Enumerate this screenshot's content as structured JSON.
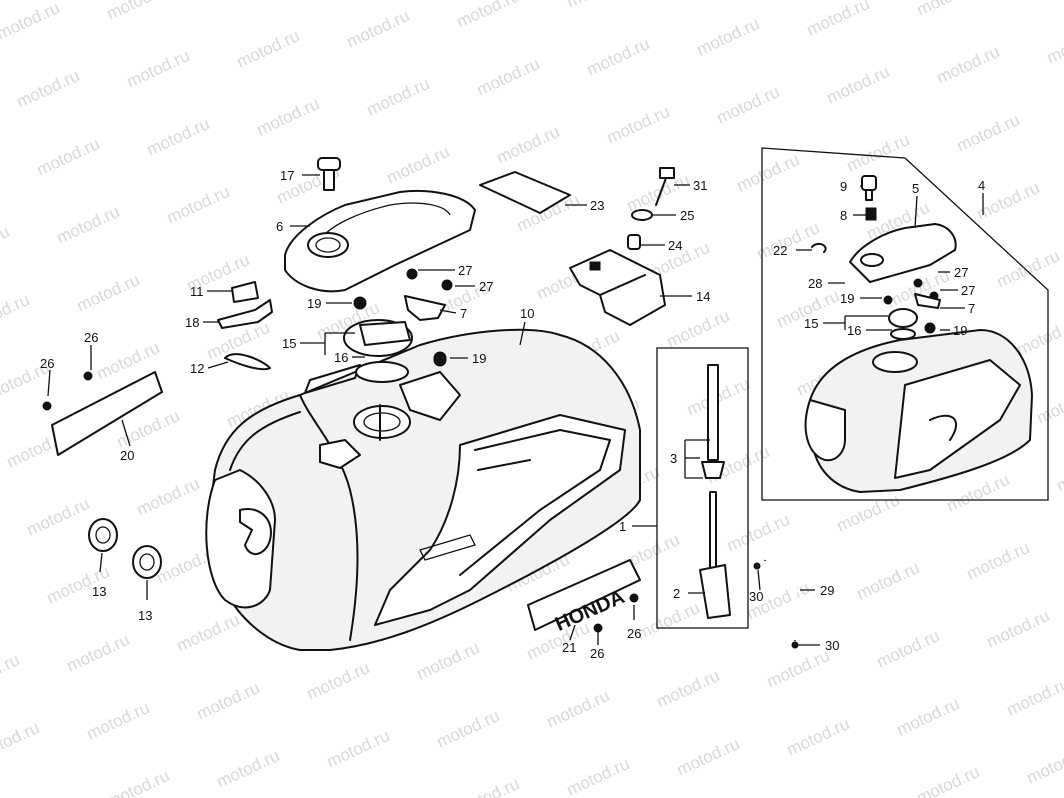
{
  "watermark": "motod.ru",
  "callouts": [
    "1",
    "2",
    "3",
    "4",
    "5",
    "6",
    "7",
    "8",
    "9",
    "10",
    "11",
    "12",
    "13",
    "14",
    "15",
    "16",
    "17",
    "18",
    "19",
    "20",
    "21",
    "22",
    "23",
    "24",
    "25",
    "26",
    "27",
    "28",
    "29",
    "30",
    "31"
  ],
  "emblem_text": "HONDA"
}
